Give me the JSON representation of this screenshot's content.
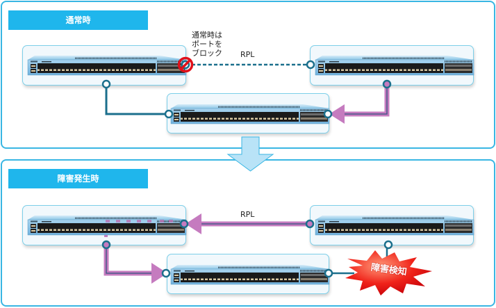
{
  "panels": {
    "normal": {
      "title": "通常時"
    },
    "failure": {
      "title": "障害発生時"
    }
  },
  "labels": {
    "block_note_line1": "通常時は",
    "block_note_line2": "ポートを",
    "block_note_line3": "ブロック",
    "rpl_top": "RPL",
    "rpl_bottom": "RPL",
    "failure_detect": "障害検知"
  },
  "colors": {
    "panel_border": "#39b6e3",
    "title_bg": "#1fb6ec",
    "link_teal": "#1b6f8c",
    "traffic_purple": "#c57bbf",
    "block_red": "#e0101a",
    "arrow_fill": "#b9e3f7"
  }
}
